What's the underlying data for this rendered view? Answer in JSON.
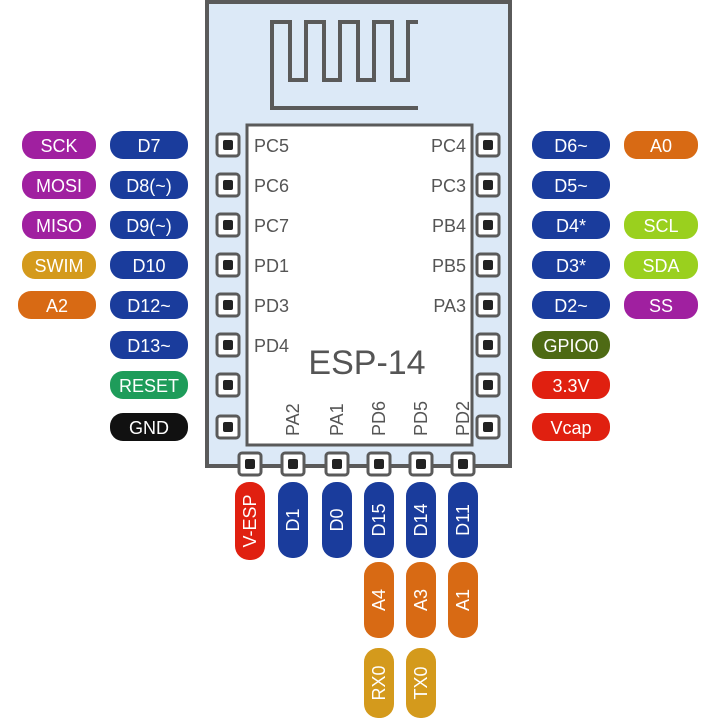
{
  "module": {
    "title": "ESP-14",
    "colors": {
      "board_fill": "#dce9f7",
      "board_stroke": "#5a5a5a",
      "chip_fill": "#ffffff",
      "label_text": "#555555"
    }
  },
  "left_chip_labels": [
    "PC5",
    "PC6",
    "PC7",
    "PD1",
    "PD3",
    "PD4"
  ],
  "right_chip_labels": [
    "PC4",
    "PC3",
    "PB4",
    "PB5",
    "PA3"
  ],
  "bottom_chip_labels": [
    "PA2",
    "PA1",
    "PD6",
    "PD5",
    "PD2"
  ],
  "left_pins": [
    [
      {
        "text": "SCK",
        "color": "#a020a0"
      },
      {
        "text": "D7",
        "color": "#1a3c9c"
      }
    ],
    [
      {
        "text": "MOSI",
        "color": "#a020a0"
      },
      {
        "text": "D8(~)",
        "color": "#1a3c9c"
      }
    ],
    [
      {
        "text": "MISO",
        "color": "#a020a0"
      },
      {
        "text": "D9(~)",
        "color": "#1a3c9c"
      }
    ],
    [
      {
        "text": "SWIM",
        "color": "#d49a1c"
      },
      {
        "text": "D10",
        "color": "#1a3c9c"
      }
    ],
    [
      {
        "text": "A2",
        "color": "#d86a14"
      },
      {
        "text": "D12~",
        "color": "#1a3c9c"
      }
    ],
    [
      {
        "text": "D13~",
        "color": "#1a3c9c"
      }
    ],
    [
      {
        "text": "RESET",
        "color": "#1e9c5a"
      }
    ],
    [
      {
        "text": "GND",
        "color": "#111111"
      }
    ]
  ],
  "right_pins": [
    [
      {
        "text": "D6~",
        "color": "#1a3c9c"
      },
      {
        "text": "A0",
        "color": "#d86a14"
      }
    ],
    [
      {
        "text": "D5~",
        "color": "#1a3c9c"
      }
    ],
    [
      {
        "text": "D4*",
        "color": "#1a3c9c"
      },
      {
        "text": "SCL",
        "color": "#9ad01e"
      }
    ],
    [
      {
        "text": "D3*",
        "color": "#1a3c9c"
      },
      {
        "text": "SDA",
        "color": "#9ad01e"
      }
    ],
    [
      {
        "text": "D2~",
        "color": "#1a3c9c"
      },
      {
        "text": "SS",
        "color": "#a020a0"
      }
    ],
    [
      {
        "text": "GPIO0",
        "color": "#4e6a14"
      }
    ],
    [
      {
        "text": "3.3V",
        "color": "#e02010"
      }
    ],
    [
      {
        "text": "Vcap",
        "color": "#e02010"
      }
    ]
  ],
  "bottom_pins": [
    [
      {
        "text": "V-ESP",
        "color": "#e02010"
      }
    ],
    [
      {
        "text": "D1",
        "color": "#1a3c9c"
      }
    ],
    [
      {
        "text": "D0",
        "color": "#1a3c9c"
      }
    ],
    [
      {
        "text": "D15",
        "color": "#1a3c9c"
      },
      {
        "text": "A4",
        "color": "#d86a14"
      },
      {
        "text": "RX0",
        "color": "#d49a1c"
      }
    ],
    [
      {
        "text": "D14",
        "color": "#1a3c9c"
      },
      {
        "text": "A3",
        "color": "#d86a14"
      },
      {
        "text": "TX0",
        "color": "#d49a1c"
      }
    ],
    [
      {
        "text": "D11",
        "color": "#1a3c9c"
      },
      {
        "text": "A1",
        "color": "#d86a14"
      }
    ]
  ]
}
